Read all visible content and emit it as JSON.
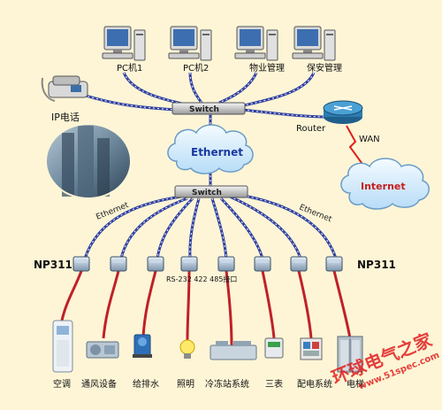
{
  "computers": [
    {
      "label": "PC机1"
    },
    {
      "label": "PC机2"
    },
    {
      "label": "物业管理"
    },
    {
      "label": "保安管理"
    }
  ],
  "ip_phone_label": "IP电话",
  "switch_label": "Switch",
  "router_label": "Router",
  "ethernet_label": "Ethernet",
  "wan_label": "WAN",
  "internet_label": "Internet",
  "np_label": "NP311",
  "rs_label": "RS-232 422 485接口",
  "devices": [
    {
      "label": "空调"
    },
    {
      "label": "通风设备"
    },
    {
      "label": "给排水"
    },
    {
      "label": "照明"
    },
    {
      "label": "冷冻站系统"
    },
    {
      "label": "三表"
    },
    {
      "label": "配电系统"
    },
    {
      "label": "电梯"
    }
  ],
  "watermark": {
    "title": "环球电气之家",
    "url": "www.51spec.com"
  },
  "colors": {
    "background": "#fdf5d6",
    "cable_blue": "#2f3fa0",
    "cable_red": "#c0202a",
    "cloud": "#d6ecff",
    "cloud_text": "#1a3aa0",
    "internet_text": "#c81e1e",
    "watermark": "#e02020"
  }
}
